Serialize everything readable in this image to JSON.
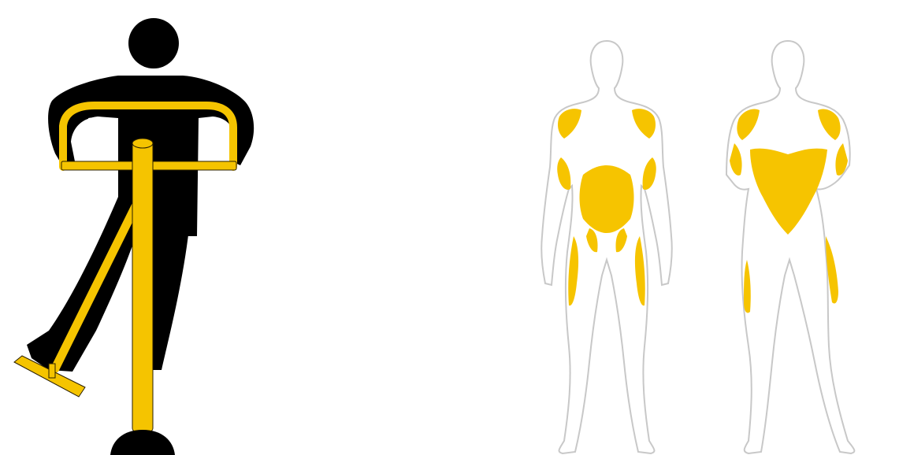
{
  "colors": {
    "silhouette": "#000000",
    "equipment": "#f5c400",
    "equipment_outline": "#2a1f00",
    "muscle_highlight": "#f6c400",
    "body_outline": "#c8c8c8",
    "body_fill": "#ffffff",
    "background": "#ffffff"
  },
  "figures": {
    "machine_user": {
      "icon": "leg-swing-machine-user-icon"
    },
    "anatomy_front": {
      "icon": "anatomy-front-view-icon",
      "highlighted_muscles": [
        "deltoids",
        "obliques",
        "abdominals",
        "hip-flexors",
        "thighs"
      ]
    },
    "anatomy_back": {
      "icon": "anatomy-back-view-icon",
      "highlighted_muscles": [
        "deltoids",
        "latissimus-dorsi",
        "outer-thigh"
      ]
    }
  }
}
